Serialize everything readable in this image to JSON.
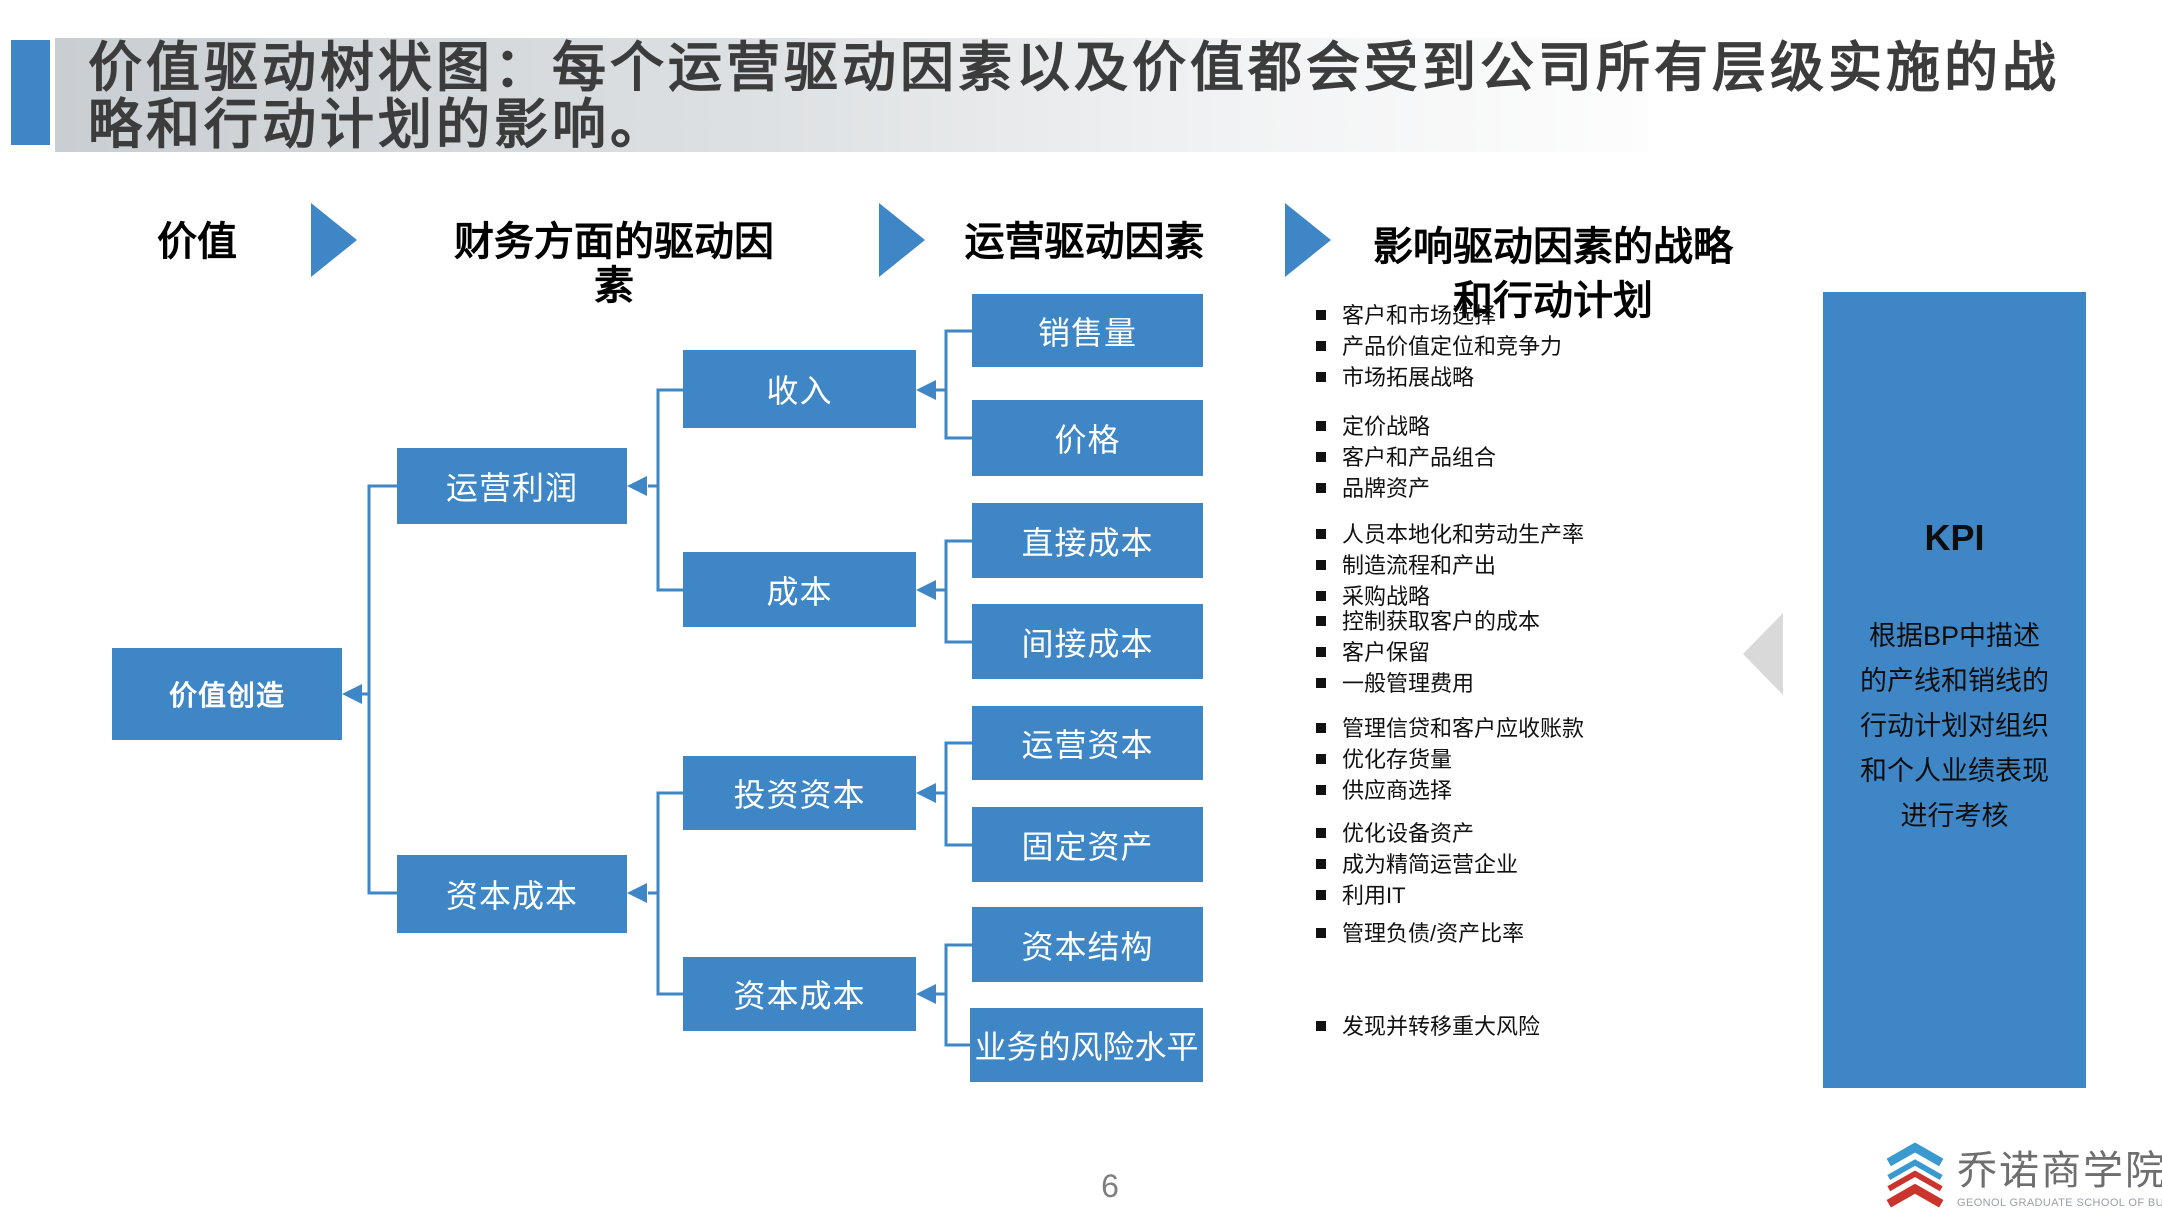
{
  "colors": {
    "accent_blue": "#3E86C5",
    "title_text": "#3C3C3C",
    "title_band_gray": "#C9CED2",
    "bullet_text": "#111111",
    "box_text_white": "#FFFFFF",
    "kpi_text_black": "#0D0D0D",
    "gray_pointer": "#D9D9D9",
    "page_number_gray": "#7F7F7F",
    "logo_text_gray": "#6E6E6E",
    "logo_blue": "#3A99CF",
    "logo_red": "#CB342C"
  },
  "title": {
    "line1": "价值驱动树状图：每个运营驱动因素以及价值都会受到公司所有层级实施的战",
    "line2": "略和行动计划的影响。"
  },
  "headers": {
    "col1": "价值",
    "col2": "财务方面的驱动因素",
    "col3": "运营驱动因素",
    "col4_line1": "影响驱动因素的战略",
    "col4_line2": "和行动计划"
  },
  "tree": {
    "root": "价值创造",
    "financial": [
      "运营利润",
      "资本成本"
    ],
    "sub": [
      "收入",
      "成本",
      "投资资本",
      "资本成本"
    ],
    "operational": [
      "销售量",
      "价格",
      "直接成本",
      "间接成本",
      "运营资本",
      "固定资产",
      "资本结构",
      "业务的风险水平"
    ]
  },
  "strategies": {
    "groups": [
      {
        "items": [
          "客户和市场选择",
          "产品价值定位和竞争力",
          "市场拓展战略"
        ]
      },
      {
        "items": [
          "定价战略",
          "客户和产品组合",
          "品牌资产"
        ]
      },
      {
        "items": [
          "人员本地化和劳动生产率",
          "制造流程和产出",
          "采购战略"
        ]
      },
      {
        "items": [
          "控制获取客户的成本",
          "客户保留",
          "一般管理费用"
        ]
      },
      {
        "items": [
          "管理信贷和客户应收账款",
          "优化存货量",
          "供应商选择"
        ]
      },
      {
        "items": [
          "优化设备资产",
          "成为精简运营企业",
          "利用IT"
        ]
      },
      {
        "items": [
          "管理负债/资产比率"
        ]
      },
      {
        "items": [
          "发现并转移重大风险"
        ]
      }
    ]
  },
  "kpi": {
    "title": "KPI",
    "lines": [
      "根据BP中描述",
      "的产线和销线的",
      "行动计划对组织",
      "和个人业绩表现",
      "进行考核"
    ]
  },
  "footer": {
    "page_number": "6"
  },
  "logo": {
    "name": "乔诺商学院",
    "tagline": "GEONOL GRADUATE SCHOOL OF BUSINESS"
  }
}
